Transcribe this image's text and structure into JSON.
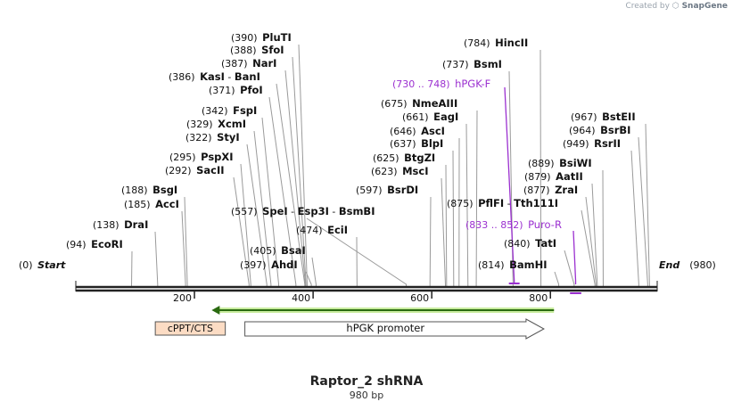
{
  "credit": {
    "prefix": "Created by",
    "brand": "SnapGene"
  },
  "map": {
    "title": "Raptor_2 shRNA",
    "length_label": "980 bp",
    "length": 980,
    "start_label": "Start",
    "end_label": "End",
    "start_pos_label": "(0)",
    "end_pos_label": "(980)",
    "ticks": [
      200,
      400,
      600,
      800
    ]
  },
  "sites": [
    {
      "pos": "(94)",
      "name": "EcoRI",
      "bp": 94
    },
    {
      "pos": "(138)",
      "name": "DraI",
      "bp": 138
    },
    {
      "pos": "(185)",
      "name": "AccI",
      "bp": 185
    },
    {
      "pos": "(188)",
      "name": "BsgI",
      "bp": 188
    },
    {
      "pos": "(292)",
      "name": "SacII",
      "bp": 292
    },
    {
      "pos": "(295)",
      "name": "PspXI",
      "bp": 295
    },
    {
      "pos": "(322)",
      "name": "StyI",
      "bp": 322
    },
    {
      "pos": "(329)",
      "name": "XcmI",
      "bp": 329
    },
    {
      "pos": "(342)",
      "name": "FspI",
      "bp": 342
    },
    {
      "pos": "(371)",
      "name": "PfoI",
      "bp": 371
    },
    {
      "pos": "(386)",
      "name": "KasI",
      "name2": "BanI",
      "bp": 386
    },
    {
      "pos": "(387)",
      "name": "NarI",
      "bp": 387
    },
    {
      "pos": "(388)",
      "name": "SfoI",
      "bp": 388
    },
    {
      "pos": "(390)",
      "name": "PluTI",
      "bp": 390
    },
    {
      "pos": "(397)",
      "name": "AhdI",
      "bp": 397
    },
    {
      "pos": "(405)",
      "name": "BsaI",
      "bp": 405
    },
    {
      "pos": "(474)",
      "name": "EciI",
      "bp": 474
    },
    {
      "pos": "(557)",
      "name": "SpeI",
      "name2": "Esp3I",
      "name3": "BsmBI",
      "bp": 557
    },
    {
      "pos": "(597)",
      "name": "BsrDI",
      "bp": 597
    },
    {
      "pos": "(623)",
      "name": "MscI",
      "bp": 623
    },
    {
      "pos": "(625)",
      "name": "BtgZI",
      "bp": 625
    },
    {
      "pos": "(637)",
      "name": "BlpI",
      "bp": 637
    },
    {
      "pos": "(646)",
      "name": "AscI",
      "bp": 646
    },
    {
      "pos": "(661)",
      "name": "EagI",
      "bp": 661
    },
    {
      "pos": "(675)",
      "name": "NmeAIII",
      "bp": 675
    },
    {
      "pos": "(737)",
      "name": "BsmI",
      "bp": 737
    },
    {
      "pos": "(784)",
      "name": "HincII",
      "bp": 784
    },
    {
      "pos": "(814)",
      "name": "BamHI",
      "bp": 814
    },
    {
      "pos": "(840)",
      "name": "TatI",
      "bp": 840
    },
    {
      "pos": "(875)",
      "name": "PflFI",
      "name2": "Tth111I",
      "bp": 875
    },
    {
      "pos": "(877)",
      "name": "ZraI",
      "bp": 877
    },
    {
      "pos": "(879)",
      "name": "AatII",
      "bp": 879
    },
    {
      "pos": "(889)",
      "name": "BsiWI",
      "bp": 889
    },
    {
      "pos": "(949)",
      "name": "RsrII",
      "bp": 949
    },
    {
      "pos": "(964)",
      "name": "BsrBI",
      "bp": 964
    },
    {
      "pos": "(967)",
      "name": "BstEII",
      "bp": 967
    }
  ],
  "primers": [
    {
      "range": "(730 .. 748)",
      "name": "hPGK-F",
      "start": 730,
      "end": 748,
      "color": "#9b30d0"
    },
    {
      "range": "(833 .. 852)",
      "name": "Puro-R",
      "start": 833,
      "end": 852,
      "color": "#9b30d0"
    }
  ],
  "features": [
    {
      "name": "cPPT/CTS",
      "type": "box",
      "start": 134,
      "end": 252,
      "color": "#fcdcc4"
    },
    {
      "name": "hPGK promoter",
      "type": "arrow",
      "start": 285,
      "end": 789,
      "color": "#ffffff"
    },
    {
      "name": "",
      "type": "green-arrow",
      "start": 229,
      "end": 806,
      "color": "#7ac943"
    }
  ],
  "colors": {
    "backbone": "#222222",
    "label": "#111111",
    "primer": "#9b30d0"
  }
}
